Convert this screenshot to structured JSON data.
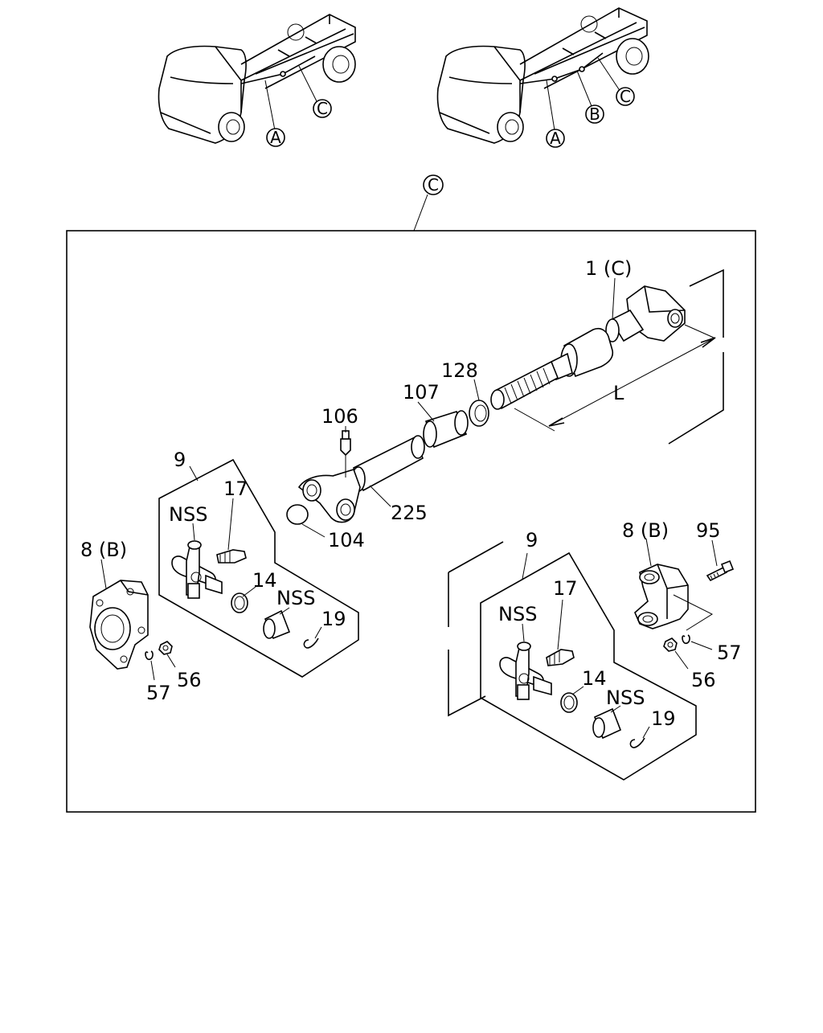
{
  "view_markers": {
    "truck_left": [
      "A",
      "C"
    ],
    "truck_right": [
      "A",
      "B",
      "C"
    ],
    "detail": "C"
  },
  "parts": {
    "p1": "1 (C)",
    "p225": "225",
    "p104": "104",
    "p106": "106",
    "p107": "107",
    "p128": "128",
    "dim_L": "L",
    "left_kit": {
      "p9": "9",
      "nss_a": "NSS",
      "p17": "17",
      "p14": "14",
      "nss_b": "NSS",
      "p19": "19"
    },
    "left_flange": {
      "p8": "8 (B)",
      "p57": "57",
      "p56": "56"
    },
    "right_kit": {
      "p9": "9",
      "nss_a": "NSS",
      "p17": "17",
      "p14": "14",
      "nss_b": "NSS",
      "p19": "19"
    },
    "right_yoke": {
      "p8": "8 (B)",
      "p95": "95",
      "p57": "57",
      "p56": "56"
    }
  }
}
